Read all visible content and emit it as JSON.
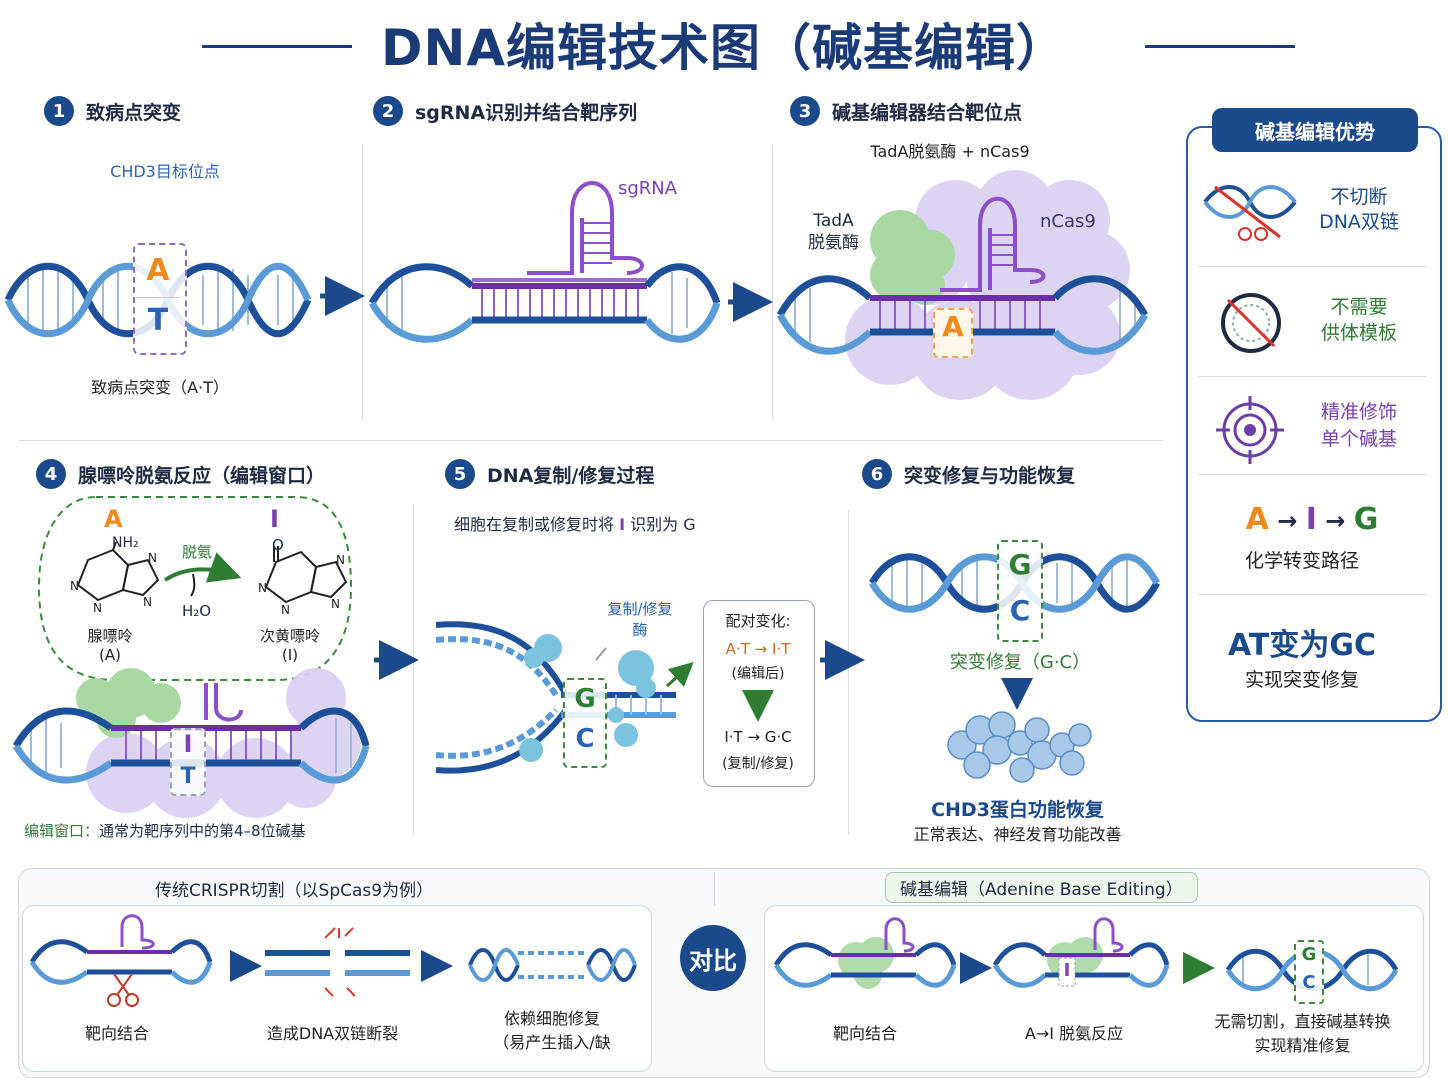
{
  "title": "DNA编辑技术图（碱基编辑）",
  "steps": [
    {
      "num": "1",
      "title": "致病点突变"
    },
    {
      "num": "2",
      "title": "sgRNA识别并结合靶序列"
    },
    {
      "num": "3",
      "title": "碱基编辑器结合靶位点"
    },
    {
      "num": "4",
      "title": "腺嘌呤脱氨反应（编辑窗口）"
    },
    {
      "num": "5",
      "title": "DNA复制/修复过程"
    },
    {
      "num": "6",
      "title": "突变修复与功能恢复"
    }
  ],
  "step1": {
    "site_label": "CHD3目标位点",
    "base_top": "A",
    "base_bottom": "T",
    "caption": "致病点突变（A·T）"
  },
  "step2": {
    "sgrna_label": "sgRNA"
  },
  "step3": {
    "header": "TadA脱氨酶 + nCas9",
    "tada_label": "TadA\n脱氨酶",
    "ncas9_label": "nCas9",
    "base": "A"
  },
  "step4": {
    "left_letter": "A",
    "right_letter": "I",
    "nh2": "NH₂",
    "o": "O",
    "arrow_label": "脱氨",
    "water": "H₂O",
    "left_name": "腺嘌呤",
    "left_abbr": "(A)",
    "right_name": "次黄嘌呤",
    "right_abbr": "(I)",
    "base_top": "I",
    "base_bottom": "T",
    "window_label": "编辑窗口：",
    "window_text": "通常为靶序列中的第4–8位碱基"
  },
  "step5": {
    "desc_prefix": "细胞在复制或修复时将",
    "desc_i": "I",
    "desc_suffix": "识别为 G",
    "enzyme_label": "复制/修复\n酶",
    "base_top": "G",
    "base_bottom": "C",
    "pair_title": "配对变化:",
    "pair_line1": "A·T → I·T",
    "pair_line1_note": "(编辑后)",
    "pair_line2": "I·T → G·C",
    "pair_line2_note": "(复制/修复)"
  },
  "step6": {
    "base_top": "G",
    "base_bottom": "C",
    "repair_label": "突变修复（G·C）",
    "protein_label": "CHD3蛋白功能恢复",
    "protein_sub": "正常表达、神经发育功能改善"
  },
  "advantages": {
    "title": "碱基编辑优势",
    "items": [
      {
        "icon": "no-cut-dna-icon",
        "text": "不切断\nDNA双链"
      },
      {
        "icon": "no-template-icon",
        "text": "不需要\n供体模板"
      },
      {
        "icon": "target-icon",
        "text": "精准修饰\n单个碱基"
      }
    ],
    "path_a": "A",
    "path_i": "I",
    "path_g": "G",
    "path_caption": "化学转变路径",
    "at_gc": "AT变为GC",
    "at_gc_caption": "实现突变修复"
  },
  "bottom": {
    "left_title": "传统CRISPR切割（以SpCas9为例）",
    "right_title": "碱基编辑（Adenine Base Editing）",
    "vs": "对比",
    "left_steps": [
      "靶向结合",
      "造成DNA双链断裂",
      "依赖细胞修复\n（易产生插入/缺"
    ],
    "right_steps": [
      "靶向结合",
      "A→I 脱氨反应",
      "无需切割，直接碱基转换\n实现精准修复"
    ],
    "right_base_top": "G",
    "right_base_bottom": "C",
    "right_mid_base": "I"
  },
  "colors": {
    "navy": "#1b4a8c",
    "dna_blue": "#2a63b3",
    "purple": "#7a3fb0",
    "green": "#2e7d32",
    "orange": "#f08a1c",
    "protein_purple": "#d9cff2",
    "protein_green": "#a9d8a3"
  }
}
